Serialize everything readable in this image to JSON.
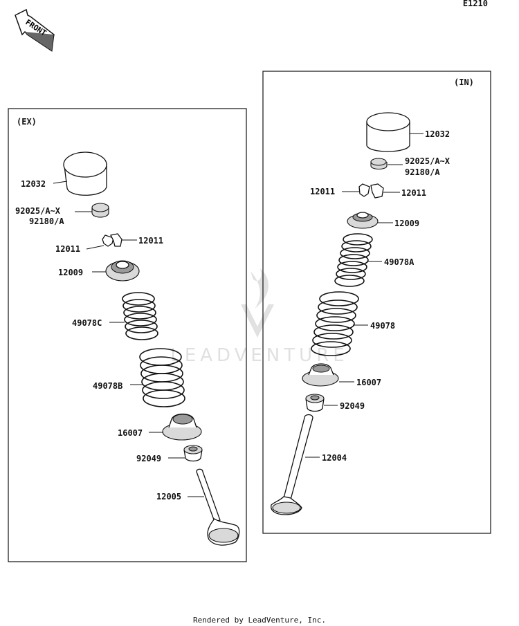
{
  "diagram": {
    "code": "E1210",
    "front_label": "FRONT",
    "footer": "Rendered by LeadVenture, Inc.",
    "watermark": "LEADVENTURE"
  },
  "exhaust": {
    "title": "(EX)",
    "labels": {
      "tappet": "12032",
      "shim_a": "92025/A~X",
      "shim_b": "92180/A",
      "cotter_left": "12011",
      "cotter_right": "12011",
      "retainer": "12009",
      "spring_inner": "49078C",
      "spring_outer": "49078B",
      "spring_seat": "16007",
      "seal": "92049",
      "valve": "12005"
    }
  },
  "intake": {
    "title": "(IN)",
    "labels": {
      "tappet": "12032",
      "shim_a": "92025/A~X",
      "shim_b": "92180/A",
      "cotter_left": "12011",
      "cotter_right": "12011",
      "retainer": "12009",
      "spring_inner": "49078A",
      "spring_outer": "49078",
      "spring_seat": "16007",
      "seal": "92049",
      "valve": "12004"
    }
  }
}
